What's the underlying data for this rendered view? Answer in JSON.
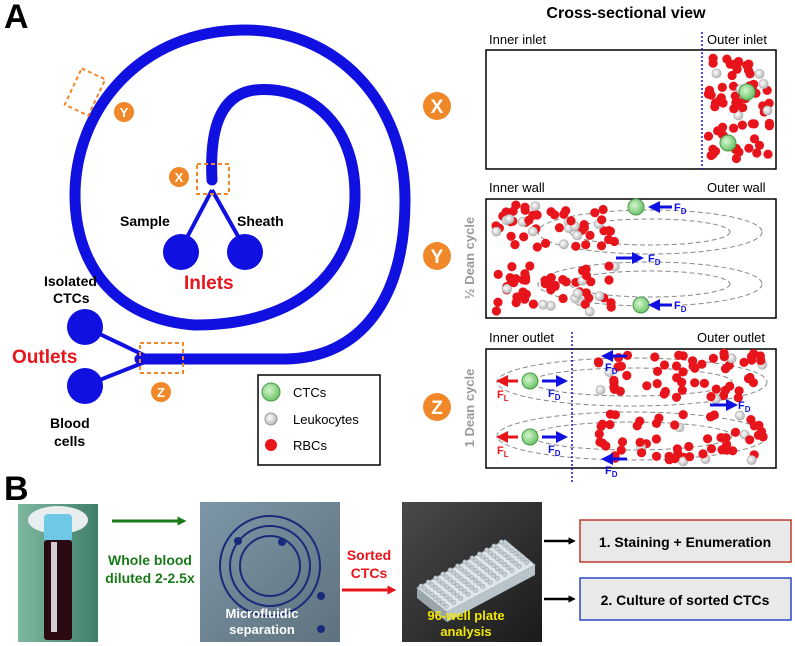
{
  "panel_a": {
    "letter": "A",
    "cross_section_title": "Cross-sectional view",
    "device": {
      "inlets": "Inlets",
      "sample": "Sample",
      "sheath": "Sheath",
      "outlets": "Outlets",
      "isolated_ctcs": [
        "Isolated",
        "CTCs"
      ],
      "blood_cells": [
        "Blood",
        "cells"
      ],
      "markers": {
        "x": "X",
        "y": "Y",
        "z": "Z"
      }
    },
    "legend": {
      "ctcs": "CTCs",
      "leukocytes": "Leukocytes",
      "rbcs": "RBCs"
    },
    "section_x": {
      "marker": "X",
      "inner_label": "Inner inlet",
      "outer_label": "Outer inlet"
    },
    "section_y": {
      "marker": "Y",
      "inner_label": "Inner wall",
      "outer_label": "Outer wall",
      "cycle_label": "½ Dean cycle",
      "force_label": "F",
      "force_sub": "D"
    },
    "section_z": {
      "marker": "Z",
      "inner_label": "Inner outlet",
      "outer_label": "Outer outlet",
      "cycle_label": "1 Dean cycle",
      "lift_label": "F",
      "lift_sub": "L",
      "drag_label": "F",
      "drag_sub": "D"
    }
  },
  "panel_b": {
    "letter": "B",
    "step1": [
      "Whole blood",
      "diluted 2-2.5x"
    ],
    "microfluidic": [
      "Microfluidic",
      "separation"
    ],
    "sorted": [
      "Sorted",
      "CTCs"
    ],
    "plate": [
      "96-well plate",
      "analysis"
    ],
    "box1": "1. Staining + Enumeration",
    "box2": "2. Culture of sorted CTCs"
  },
  "colors": {
    "channel": "#1010e0",
    "accent_red": "#e8141b",
    "marker_orange": "#f0882a",
    "green_arrow": "#1a7a1a",
    "plate_text": "#f2e800",
    "box1_border": "#c0392b",
    "box2_border": "#2a48c8"
  }
}
